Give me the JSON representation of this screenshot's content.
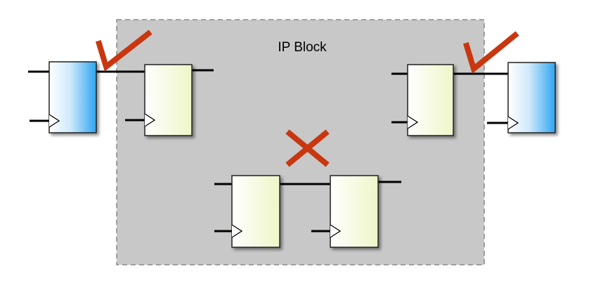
{
  "ip_block": {
    "label": "IP Block"
  },
  "colors": {
    "ip_block_fill": "#c8c8c8",
    "ip_block_border": "#777777",
    "internal_flop_fill_light": "#ffffff",
    "internal_flop_fill_dark": "#f0f7cf",
    "external_flop_fill_light": "#ffffff",
    "external_flop_fill_dark": "#36a9f4",
    "wire": "#000000",
    "valid_mark": "#c8370f",
    "invalid_mark": "#c8370f"
  },
  "icons": {
    "valid_path": "checkmark-icon",
    "invalid_path": "cross-icon"
  },
  "elements": {
    "external_flops": [
      "input-register",
      "output-register"
    ],
    "internal_flops": [
      "ip-input-flop",
      "ip-output-flop",
      "internal-flop-a",
      "internal-flop-b"
    ]
  }
}
